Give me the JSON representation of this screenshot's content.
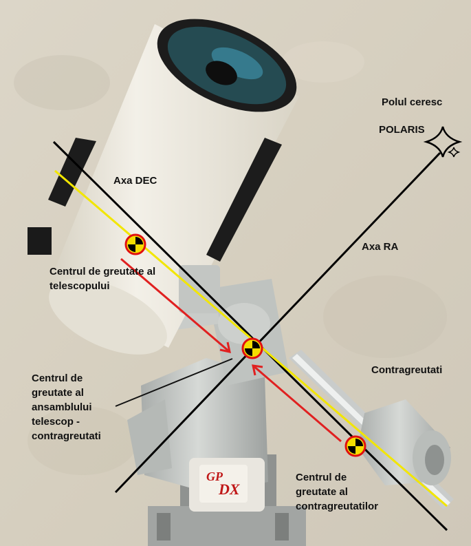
{
  "labels": {
    "polul_ceresc": "Polul ceresc",
    "polaris": "POLARIS",
    "axa_dec": "Axa DEC",
    "axa_ra": "Axa RA",
    "cg_telescop": [
      "Centrul de greutate al",
      "telescopului"
    ],
    "contragreutati": "Contragreutati",
    "cg_ansamblu": [
      "Centrul de",
      "greutate al",
      "ansamblului",
      "telescop -",
      "contragreutati"
    ],
    "cg_contragreutati": [
      "Centrul de",
      "greutate al",
      "contragreutatilor"
    ]
  },
  "mount_badge": {
    "brand": "GP",
    "model": "DX"
  },
  "colors": {
    "axis_lines": "#000000",
    "cg_line": "#f2e600",
    "arrows": "#e02020",
    "cg_marker_fill": "#f5dd00",
    "cg_marker_ring": "#e01010",
    "telescope_tube": "#ece8dc",
    "mount_body": "#c8cbc8",
    "wall": "#d9d2c3"
  },
  "icons": {
    "star": "four-point-star-icon",
    "cg_marker": "center-of-gravity-icon"
  }
}
